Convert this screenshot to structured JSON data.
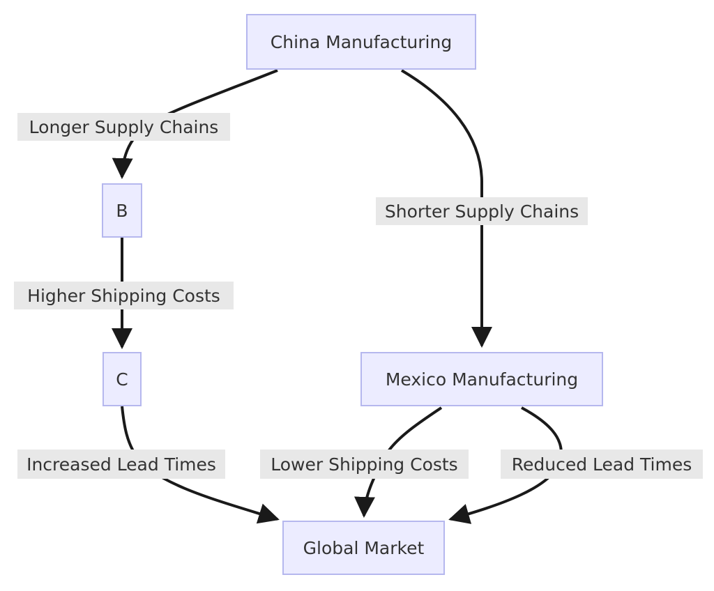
{
  "diagram": {
    "type": "flowchart",
    "direction": "top-down",
    "nodes": [
      {
        "id": "A",
        "label": "China Manufacturing"
      },
      {
        "id": "B",
        "label": "B"
      },
      {
        "id": "C",
        "label": "C"
      },
      {
        "id": "D",
        "label": "Mexico Manufacturing"
      },
      {
        "id": "E",
        "label": "Global Market"
      }
    ],
    "edges": [
      {
        "from": "China Manufacturing",
        "to": "B",
        "label": "Longer Supply Chains"
      },
      {
        "from": "B",
        "to": "C",
        "label": "Higher Shipping Costs"
      },
      {
        "from": "C",
        "to": "Global Market",
        "label": "Increased Lead Times"
      },
      {
        "from": "China Manufacturing",
        "to": "Mexico Manufacturing",
        "label": "Shorter Supply Chains"
      },
      {
        "from": "Mexico Manufacturing",
        "to": "Global Market",
        "label": "Lower Shipping Costs"
      },
      {
        "from": "Mexico Manufacturing",
        "to": "Global Market",
        "label": "Reduced Lead Times"
      }
    ],
    "colors": {
      "background": "#ffffff",
      "node_fill": "#ececff",
      "node_border": "#b5b7ee",
      "edge_label_bg": "#e8e8e8",
      "edge_stroke": "#1a1a1a",
      "text": "#333333"
    }
  }
}
